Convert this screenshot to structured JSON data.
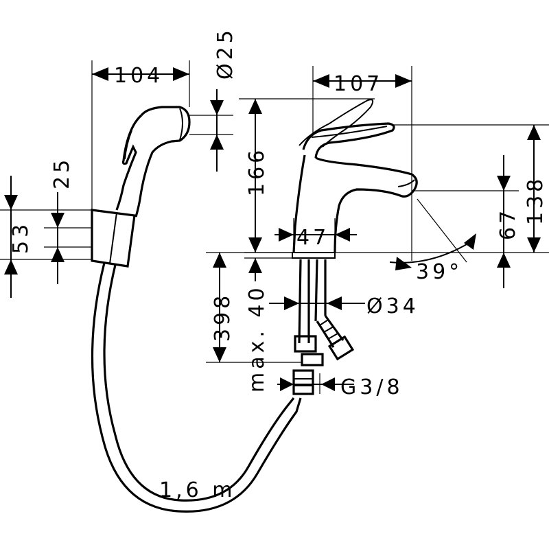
{
  "drawing": {
    "dimensions": {
      "handshower_width": "104",
      "handshower_diameter": "Ø25",
      "holder_height": "53",
      "holder_offset": "25",
      "spout_reach": "107",
      "total_height": "166",
      "outlet_height": "138",
      "spout_height": "67",
      "body_width": "47",
      "lever_angle": "39°",
      "supply_length": "398",
      "deck_thickness": "max. 40",
      "hole_diameter": "Ø34",
      "thread": "G3/8",
      "hose_length": "1,6 m"
    }
  }
}
